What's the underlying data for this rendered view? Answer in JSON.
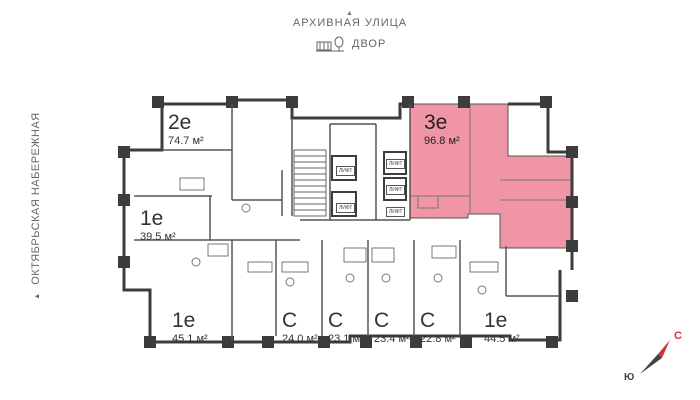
{
  "streets": {
    "top": "АРХИВНАЯ УЛИЦА",
    "yard": "ДВОР",
    "left": "ОКТЯБРЬСКАЯ НАБЕРЕЖНАЯ"
  },
  "apartments": [
    {
      "id": "apt-2e",
      "rooms": "2е",
      "area": "74.7 м²",
      "selected": false
    },
    {
      "id": "apt-3e",
      "rooms": "3е",
      "area": "96.8 м²",
      "selected": true
    },
    {
      "id": "apt-1e-left",
      "rooms": "1е",
      "area": "39.5 м²",
      "selected": false
    },
    {
      "id": "apt-1e-bottom-left",
      "rooms": "1е",
      "area": "45.1 м²",
      "selected": false
    },
    {
      "id": "apt-c1",
      "rooms": "С",
      "area": "24.0 м²",
      "selected": false
    },
    {
      "id": "apt-c2",
      "rooms": "С",
      "area": "23.1 м²",
      "selected": false
    },
    {
      "id": "apt-c3",
      "rooms": "С",
      "area": "23.4 м²",
      "selected": false
    },
    {
      "id": "apt-c4",
      "rooms": "С",
      "area": "22.8 м²",
      "selected": false
    },
    {
      "id": "apt-1e-bottom-right",
      "rooms": "1е",
      "area": "44.5 м²",
      "selected": false
    }
  ],
  "lifts": [
    "ЛИФТ",
    "ЛИФТ",
    "ЛИФТ",
    "ЛИФТ",
    "ЛИФТ"
  ],
  "compass": {
    "north": "С",
    "south": "Ю",
    "north_color": "#d0303a"
  },
  "colors": {
    "selected_fill": "#ef95a5",
    "wall": "#3c3c3c"
  }
}
